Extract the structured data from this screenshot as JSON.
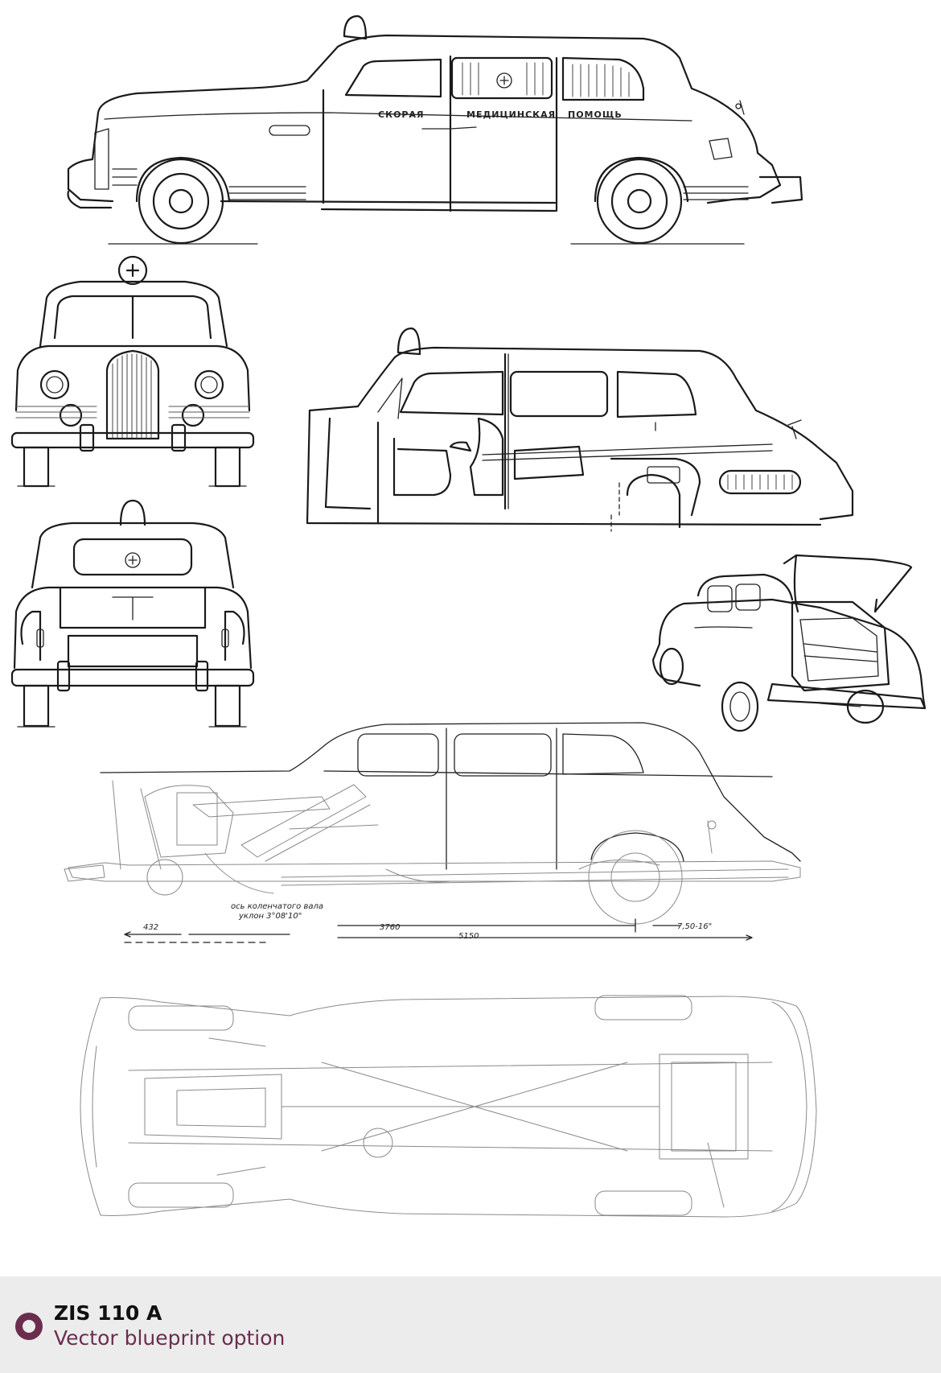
{
  "blueprint": {
    "side_lettering": [
      "СКОРАЯ",
      "МЕДИЦИНСКАЯ",
      "ПОМОЩЬ"
    ],
    "axle_note_line1": "ось коленчатого вала",
    "axle_note_line2": "уклон 3°08'10\"",
    "dim_front": "432",
    "dim_wheelbase": "3760",
    "dim_length": "5150",
    "dim_tire": "7,50-16\""
  },
  "footer": {
    "title": "ZIS 110 A",
    "subtitle": "Vector blueprint option",
    "accent_color": "#6b2d4e",
    "band_color": "#ececec",
    "icon": "ring-logo-icon"
  }
}
